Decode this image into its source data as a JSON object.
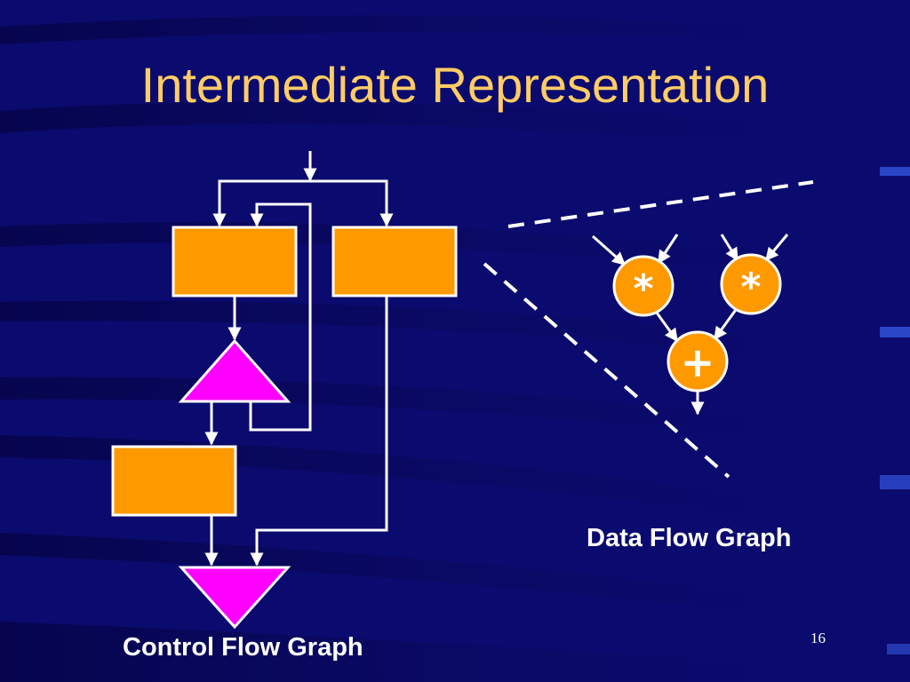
{
  "slide": {
    "title": "Intermediate Representation",
    "page_number": "16"
  },
  "control_flow_graph": {
    "caption": "Control Flow Graph"
  },
  "data_flow_graph": {
    "caption": "Data Flow Graph",
    "operators": [
      "*",
      "*",
      "+"
    ]
  },
  "colors": {
    "background": "#0b0a6e",
    "title": "#ffcc66",
    "block_fill": "#ff9900",
    "branch_fill": "#ff00ff",
    "edges": "#ffffff",
    "caption": "#ffffff"
  }
}
